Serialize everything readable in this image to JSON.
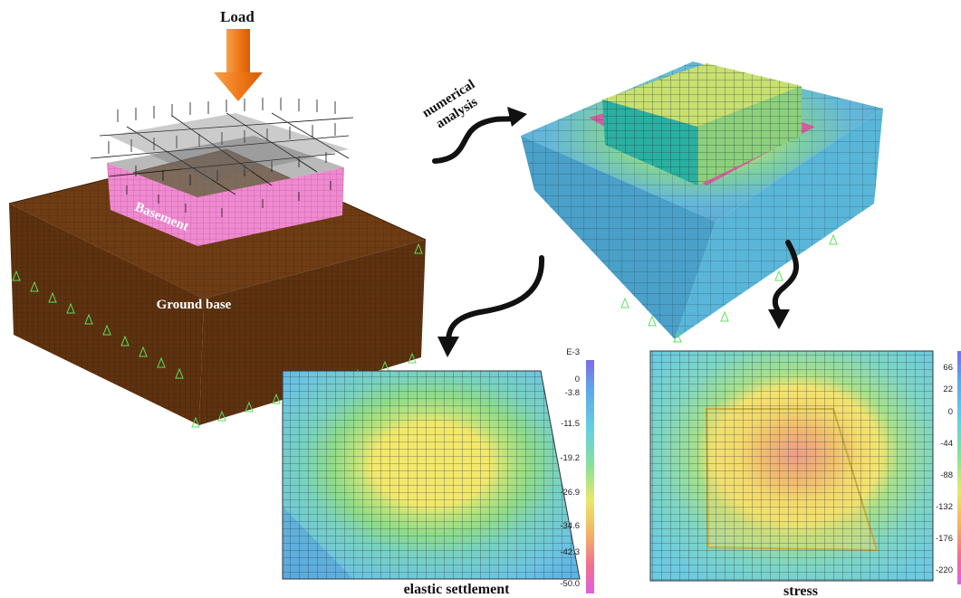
{
  "labels": {
    "load": "Load",
    "basement": "Basement",
    "ground_base": "Ground base",
    "numerical_line1": "numerical",
    "numerical_line2": "analysis",
    "elastic_settlement": "elastic settlement",
    "stress": "stress"
  },
  "settlement_scale": {
    "exponent": "E-3",
    "ticks": [
      "0",
      "-3.8",
      "-11.5",
      "-19.2",
      "-26.9",
      "-34.6",
      "-42.3",
      "-50.0"
    ]
  },
  "stress_scale": {
    "ticks": [
      "66",
      "22",
      "0",
      "-44",
      "-88",
      "-132",
      "-176",
      "-220"
    ]
  },
  "colors": {
    "soil": "#6b3a12",
    "basement": "#f08ad0",
    "arrow": "#f07a1a",
    "contour_low": "#66c8e6",
    "contour_mid": "#a6e07a",
    "contour_high": "#f4e46a",
    "contour_peak": "#e8508c"
  }
}
